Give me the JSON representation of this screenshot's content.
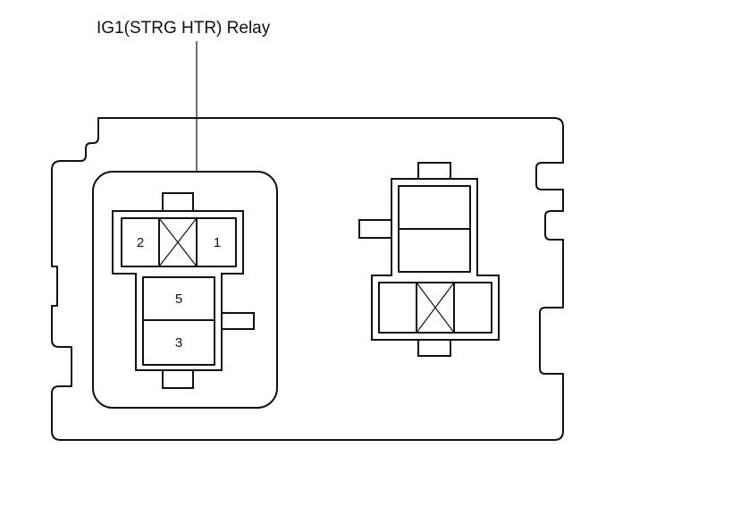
{
  "callout": {
    "label": "IG1(STRG HTR) Relay"
  },
  "relay": {
    "pins": {
      "p2": "2",
      "p1": "1",
      "p5": "5",
      "p3": "3"
    }
  },
  "colors": {
    "line": "#111111",
    "background": "#ffffff"
  }
}
